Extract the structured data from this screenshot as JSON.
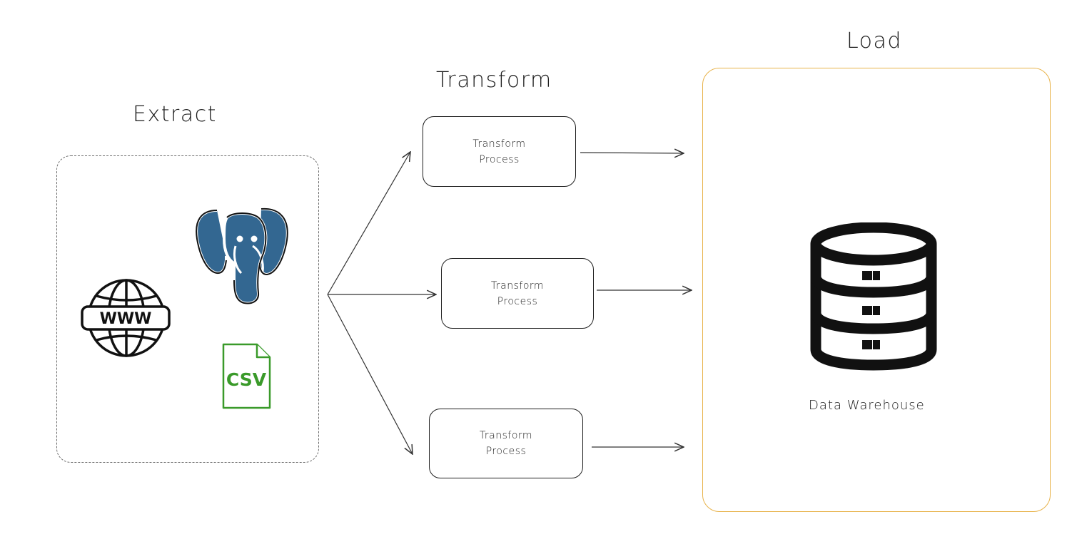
{
  "stages": {
    "extract": {
      "title": "Extract"
    },
    "transform": {
      "title": "Transform"
    },
    "load": {
      "title": "Load"
    }
  },
  "transform_processes": [
    {
      "line1": "Transform",
      "line2": "Process"
    },
    {
      "line1": "Transform",
      "line2": "Process"
    },
    {
      "line1": "Transform",
      "line2": "Process"
    }
  ],
  "sources": {
    "web_icon_text": "WWW",
    "csv_icon_text": "CSV"
  },
  "warehouse": {
    "label": "Data Warehouse"
  },
  "colors": {
    "load_border": "#e8b34b",
    "postgres_blue": "#336791",
    "csv_green": "#3a9a2a",
    "ink": "#1e1e1e"
  },
  "icons": [
    "globe-www-icon",
    "postgresql-elephant-icon",
    "csv-file-icon",
    "database-server-icon"
  ]
}
